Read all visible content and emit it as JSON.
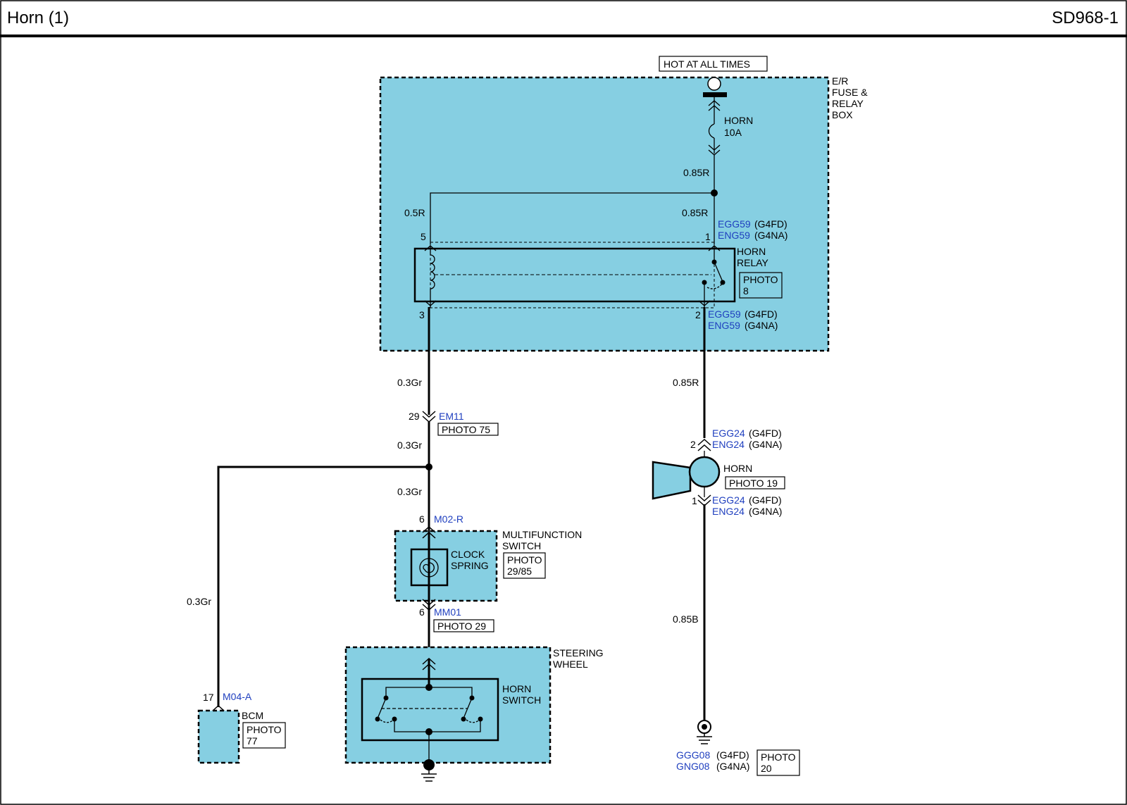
{
  "header": {
    "title": "Horn (1)",
    "page_code": "SD968-1"
  },
  "power": {
    "hot_label": "HOT AT ALL TIMES"
  },
  "fuse_box": {
    "label": [
      "E/R",
      "FUSE &",
      "RELAY",
      "BOX"
    ]
  },
  "fuse": {
    "name": "HORN",
    "rating": "10A"
  },
  "wires": {
    "fuse_out": "0.85R",
    "relay_coil_feed": "0.5R",
    "relay_switch_feed": "0.85R",
    "relay_to_em11": "0.3Gr",
    "em11_down": "0.3Gr",
    "junction_down": "0.3Gr",
    "bcm_branch": "0.3Gr",
    "relay_to_horn": "0.85R",
    "horn_to_ground": "0.85B"
  },
  "relay": {
    "name": [
      "HORN",
      "RELAY"
    ],
    "photo": [
      "PHOTO",
      "8"
    ],
    "pins": {
      "p5": "5",
      "p1": "1",
      "p3": "3",
      "p2": "2"
    },
    "conn_top": {
      "c1": "EGG59",
      "c1_var": "(G4FD)",
      "c2": "ENG59",
      "c2_var": "(G4NA)"
    },
    "conn_bottom": {
      "c1": "EGG59",
      "c1_var": "(G4FD)",
      "c2": "ENG59",
      "c2_var": "(G4NA)"
    }
  },
  "em11": {
    "pin": "29",
    "connector": "EM11",
    "photo": "PHOTO 75"
  },
  "multifunction_switch": {
    "name": [
      "MULTIFUNCTION",
      "SWITCH"
    ],
    "photo": [
      "PHOTO",
      "29/85"
    ],
    "component": [
      "CLOCK",
      "SPRING"
    ],
    "top_pin": "6",
    "top_connector": "M02-R",
    "bottom_pin": "6",
    "bottom_connector": "MM01",
    "bottom_photo": "PHOTO 29"
  },
  "steering_wheel": {
    "name": [
      "STEERING",
      "WHEEL"
    ],
    "switch": [
      "HORN",
      "SWITCH"
    ]
  },
  "bcm": {
    "pin": "17",
    "connector": "M04-A",
    "name": "BCM",
    "photo": [
      "PHOTO",
      "77"
    ]
  },
  "horn": {
    "name": "HORN",
    "photo": "PHOTO 19",
    "top_pin": "2",
    "top_c1": "EGG24",
    "top_c1_var": "(G4FD)",
    "top_c2": "ENG24",
    "top_c2_var": "(G4NA)",
    "bottom_pin": "1",
    "bottom_c1": "EGG24",
    "bottom_c1_var": "(G4FD)",
    "bottom_c2": "ENG24",
    "bottom_c2_var": "(G4NA)"
  },
  "ground": {
    "c1": "GGG08",
    "c1_var": "(G4FD)",
    "c2": "GNG08",
    "c2_var": "(G4NA)",
    "photo": [
      "PHOTO",
      "20"
    ]
  },
  "colors": {
    "component_fill": "#86cfe2",
    "wire": "#000000",
    "connector_text": "#1f3fbf"
  }
}
